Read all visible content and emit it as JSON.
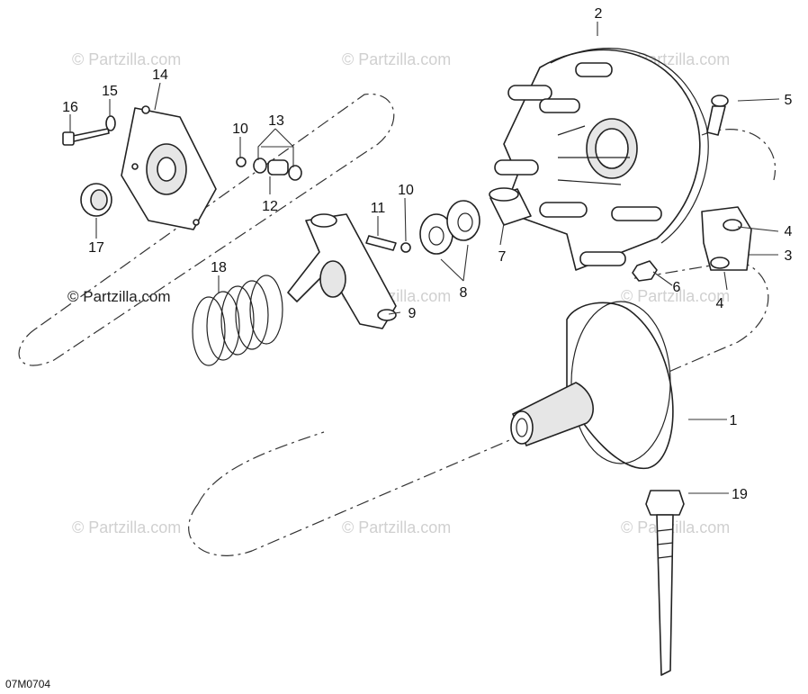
{
  "watermark": "© Partzilla.com",
  "drawing_code": "07M0704",
  "callouts": {
    "c1": "1",
    "c2": "2",
    "c3": "3",
    "c4a": "4",
    "c4b": "4",
    "c5": "5",
    "c6": "6",
    "c7": "7",
    "c8": "8",
    "c9": "9",
    "c10a": "10",
    "c10b": "10",
    "c11": "11",
    "c12": "12",
    "c13": "13",
    "c14": "14",
    "c15": "15",
    "c16": "16",
    "c17": "17",
    "c18": "18",
    "c19": "19"
  }
}
